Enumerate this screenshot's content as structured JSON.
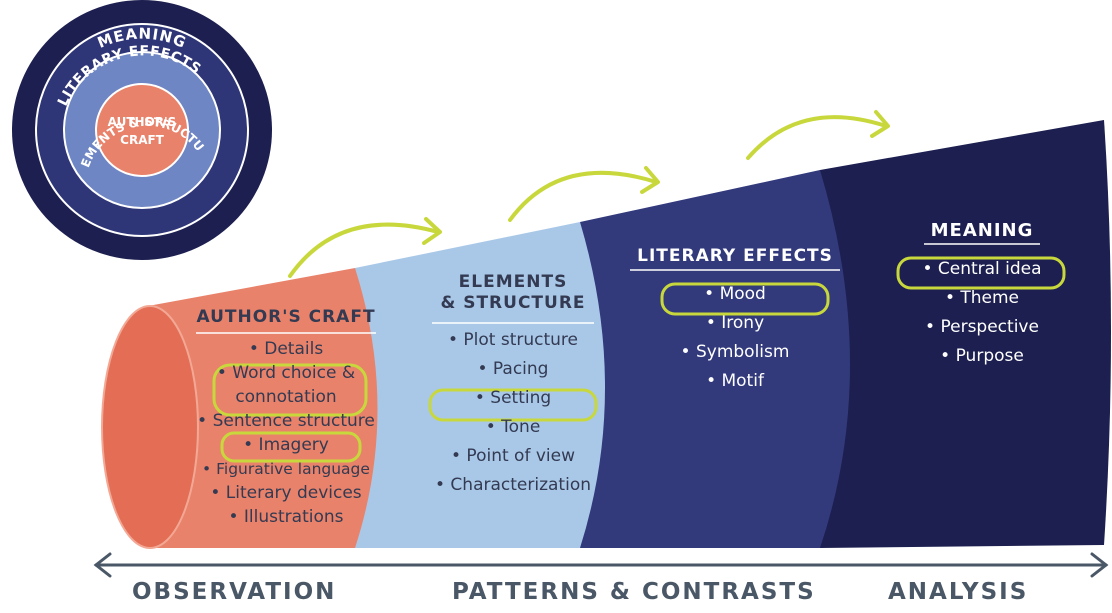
{
  "badge": {
    "ring_outer": "MEANING",
    "ring_second": "LITERARY EFFECTS",
    "ring_third": "ELEMENTS & STRUCTURE",
    "center_line1": "AUTHOR'S",
    "center_line2": "CRAFT"
  },
  "sections": [
    {
      "title": "AUTHOR'S CRAFT",
      "items": [
        "• Details",
        "• Word choice &",
        "connotation",
        "• Sentence structure",
        "• Imagery",
        "• Figurative language",
        "• Literary devices",
        "• Illustrations"
      ]
    },
    {
      "title_line1": "ELEMENTS",
      "title_line2": "& STRUCTURE",
      "items": [
        "• Plot structure",
        "• Pacing",
        "• Setting",
        "• Tone",
        "• Point of view",
        "• Characterization"
      ]
    },
    {
      "title": "LITERARY EFFECTS",
      "items": [
        "• Mood",
        "• Irony",
        "• Symbolism",
        "• Motif"
      ]
    },
    {
      "title": "MEANING",
      "items": [
        "• Central idea",
        "• Theme",
        "• Perspective",
        "• Purpose"
      ]
    }
  ],
  "axis": {
    "left": "OBSERVATION",
    "middle": "PATTERNS & CONTRASTS",
    "right": "ANALYSIS"
  },
  "colors": {
    "craft": "#e9826a",
    "elements": "#a9c8e8",
    "effects": "#323a7c",
    "meaning": "#1c1f4f",
    "highlight": "#c8d83c",
    "text_dark": "#333a52",
    "axis": "#4a5766"
  }
}
